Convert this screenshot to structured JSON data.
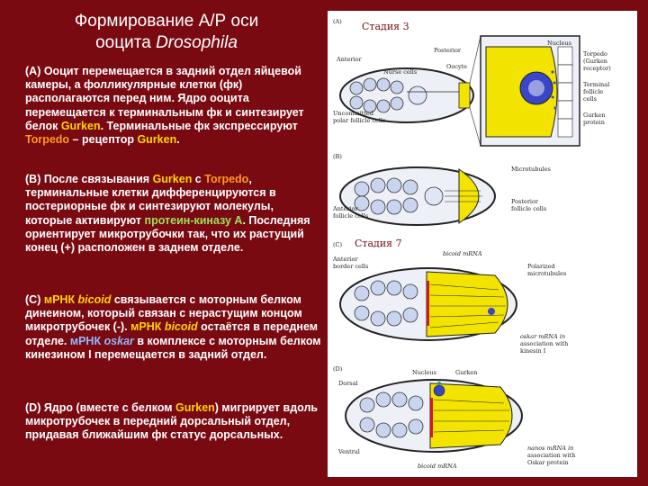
{
  "title": {
    "line1": "Формирование А/Р оси",
    "line2_prefix": "ооцита ",
    "line2_species": "Drosophila"
  },
  "paragraphs": {
    "a": {
      "t1": "(А) Ооцит перемещается в задний отдел яйцевой камеры, а фолликулярные клетки (фк) располагаются перед ним. Ядро ооцита перемещается к терминальным фк и синтезирует белок ",
      "gurken": "Gurken",
      "t2": ". Терминальные фк экспрессируют ",
      "torpedo": "Torpedo",
      "t3": " – рецептор ",
      "gurken2": "Gurken",
      "t4": "."
    },
    "b": {
      "t1": "(В) После связывания ",
      "gurken": "Gurken",
      "t2": " с ",
      "torpedo": "Torpedo",
      "t3": ", терминальные клетки дифференцируются в постериорные фк и синтезируют молекулы, которые активируют ",
      "pk": "протеин-киназу А",
      "t4": ". Последняя ориентирует микротрубочки так, что их растущий конец (+) расположен в заднем отделе."
    },
    "c": {
      "t1": "(С) ",
      "mrna1": "мРНК ",
      "bicoid1": "bicoid",
      "t2": " связывается с моторным белком динеином, который связан с нерастущим концом микротрубочек (-). ",
      "mrna2": "мРНК ",
      "bicoid2": "bicoid",
      "t3": " остаётся в переднем отделе. ",
      "mrna3": "мРНК ",
      "oskar": "oskar",
      "t4": " в комплексе с моторным белком кинезином I перемещается  в задний отдел."
    },
    "d": {
      "t1": "(D) Ядро (вместе с белком ",
      "gurken": "Gurken",
      "t2": ") мигрирует вдоль микротрубочек  в передний дорсальный отдел, придавая ближайшим фк статус дорсальных."
    }
  },
  "figure": {
    "stage3": "Стадия 3",
    "stage7": "Стадия 7",
    "panel_a": {
      "letter": "(A)",
      "anterior": "Anterior",
      "posterior": "Posterior",
      "nurse": "Nurse cells",
      "oocyte": "Oocyte",
      "uncommitted1": "Uncommitted",
      "uncommitted2": "polar follicle cells",
      "nucleus": "Nucleus",
      "torpedo1": "Torpedo",
      "torpedo2": "(Gurken",
      "torpedo3": "receptor)",
      "terminal1": "Terminal",
      "terminal2": "follicle",
      "terminal3": "cells",
      "gurken1": "Gurken",
      "gurken2": "protein"
    },
    "panel_b": {
      "letter": "(B)",
      "microtubules": "Microtubules",
      "anterior1": "Anterior",
      "anterior2": "follicle cells",
      "posterior1": "Posterior",
      "posterior2": "follicle cells"
    },
    "panel_c": {
      "letter": "(C)",
      "anterior1": "Anterior",
      "anterior2": "border cells",
      "bicoid": "bicoid mRNA",
      "polarized1": "Polarized",
      "polarized2": "microtubules",
      "oskar1": "oskar mRNA in",
      "oskar2": "association with",
      "oskar3": "kinesin I"
    },
    "panel_d": {
      "letter": "(D)",
      "dorsal": "Dorsal",
      "nucleus": "Nucleus",
      "gurken": "Gurken",
      "ventral": "Ventral",
      "bicoid": "bicoid mRNA",
      "nanos1": "nanos mRNA in",
      "nanos2": "association with",
      "nanos3": "Oskar protein"
    }
  }
}
